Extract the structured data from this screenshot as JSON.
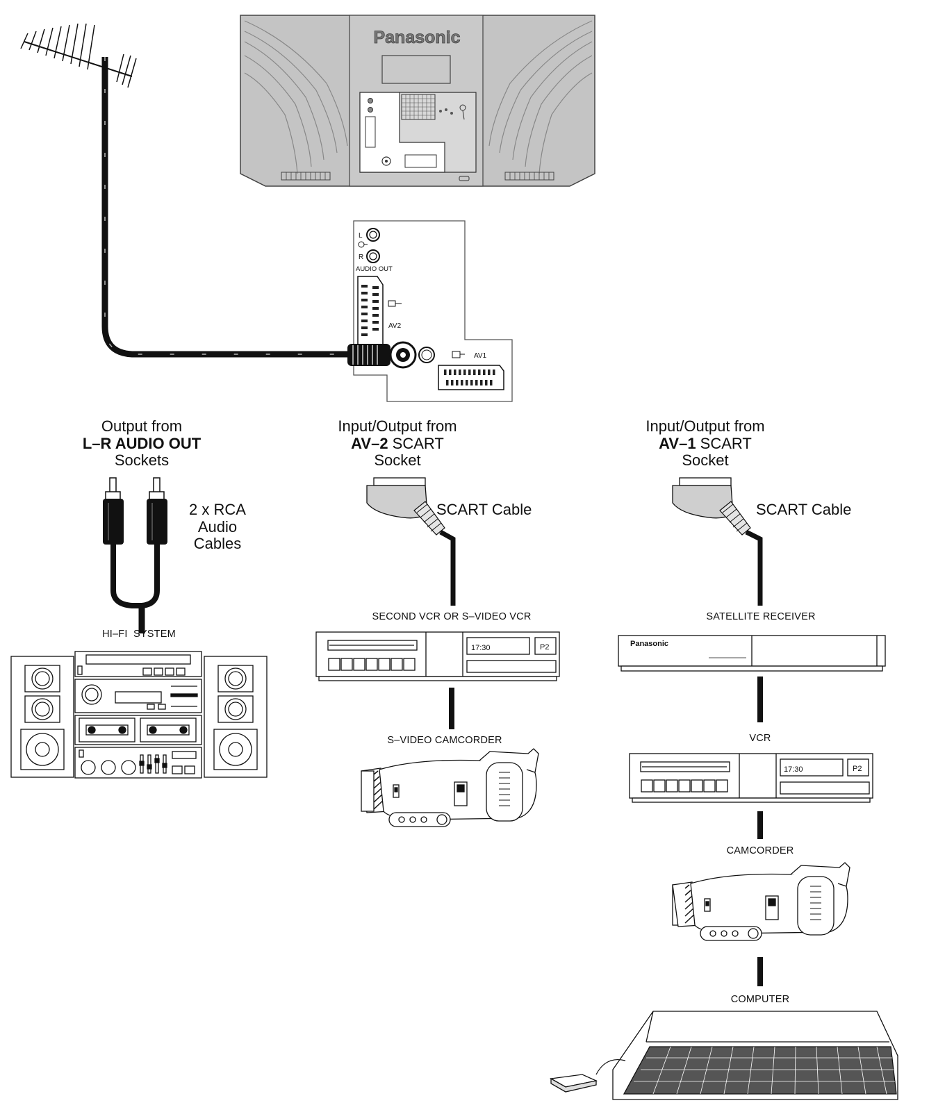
{
  "tv": {
    "brand": "Panasonic"
  },
  "panel": {
    "left_label": "L",
    "right_label": "R",
    "audio_out": "AUDIO OUT",
    "av2": "AV2",
    "av1": "AV1"
  },
  "captions": {
    "audio": {
      "line1": "Output from",
      "line2": "L–R AUDIO OUT",
      "line3": "Sockets"
    },
    "av2": {
      "line1": "Input/Output from",
      "bold": "AV–2",
      "rest": " SCART",
      "line3": "Socket"
    },
    "av1": {
      "line1": "Input/Output from",
      "bold": "AV–1",
      "rest": " SCART",
      "line3": "Socket"
    }
  },
  "cables": {
    "rca_line1": "2 x RCA",
    "rca_line2": "Audio",
    "rca_line3": "Cables",
    "scart_left": "SCART Cable",
    "scart_right": "SCART Cable"
  },
  "devices": {
    "hifi": "HI–FI  SYSTEM",
    "vcr2": "SECOND VCR OR S–VIDEO VCR",
    "svideo_cam": "S–VIDEO CAMCORDER",
    "satellite": "SATELLITE RECEIVER",
    "satellite_brand": "Panasonic",
    "vcr": "VCR",
    "camcorder": "CAMCORDER",
    "computer": "COMPUTER"
  },
  "vcr_display": {
    "time": "17:30",
    "program": "P2"
  }
}
